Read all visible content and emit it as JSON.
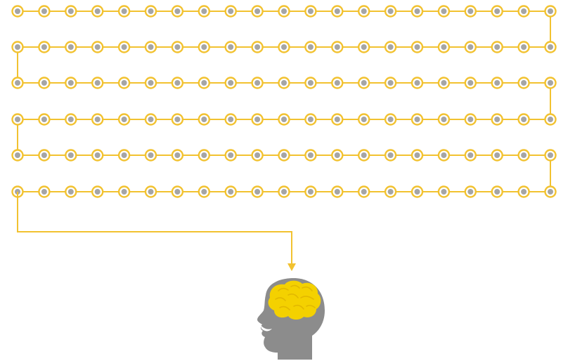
{
  "diagram": {
    "rows": 6,
    "nodes_per_row": 21,
    "flow": "serpentine",
    "arrow_target": "head-with-brain"
  },
  "colors": {
    "line": "#F2C230",
    "node_ring": "#F2C230",
    "node_fill": "#FFFFFF",
    "node_center": "#A5A5A5",
    "head": "#8C8C8C",
    "brain": "#F4D100",
    "brain_shade": "#E2B800",
    "mouth": "#FFFFFF"
  },
  "icons": {
    "head": "head-profile-icon",
    "brain": "brain-icon",
    "arrow": "arrow-down-icon"
  }
}
